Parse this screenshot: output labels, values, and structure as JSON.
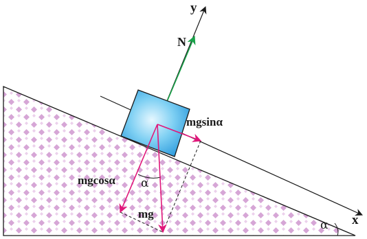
{
  "labels": {
    "y_axis": "y",
    "x_axis": "x",
    "normal_force": "N",
    "parallel_component": "mgsinα",
    "perpendicular_component": "mgcosα",
    "weight": "mg",
    "angle_at_block": "α",
    "incline_angle": "α"
  },
  "colors": {
    "normal_arrow": "#1aa34a",
    "component_arrows": "#e0177a",
    "weight_arrow": "#e0177a",
    "block_center": "#e6f7ff",
    "block_edge": "#1b8fd8",
    "hatch": "#d6a6d6",
    "lines": "#1a1a1a"
  },
  "icons": {
    "block": "square-block-icon",
    "surface_pattern": "diamond-checker-pattern"
  }
}
